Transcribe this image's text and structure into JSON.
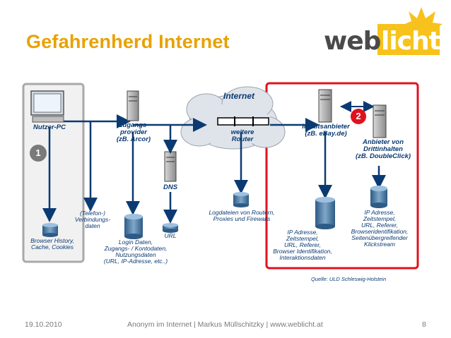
{
  "slide": {
    "title": "Gefahrenherd Internet",
    "logo": {
      "part1": "web",
      "part2": "licht",
      "accent": "#f7c21b",
      "text_color": "#4a4a4a"
    }
  },
  "diagram": {
    "nodes": {
      "nutzer_pc": "Nutzer-PC",
      "zugangsprovider": "Zugangs-\nprovider\n(zB. Arcor)",
      "internet": "Internet",
      "router": "weitere\nRouter",
      "dns": "DNS",
      "inhaltsanbieter": "Inhaltsanbieter\n(zB. eBay.de)",
      "drittinhalte": "Anbieter von\nDrittinhalten\n(zB. DoubleClick)"
    },
    "stores": {
      "browser": "Browser History,\nCache, Cookies",
      "telefon": "(Telefon-)\nVerbindungs-\ndaten",
      "login": "Login Daten,\nZugangs- / Kontodaten,\nNutzungsdaten\n(URL, IP-Adresse, etc..)",
      "url": "URL",
      "logdateien": "Logdateien von Routern,\nProxies und Firewalls",
      "ip_inhalt": "IP Adresse,\nZeitstempel,\nURL, Referer,\nBrowser Identifikation,\nInteraktionsdaten",
      "ip_dritt": "IP Adresse,\nZeitstempel,\nURL, Referer,\nBrowseridentifikation,\nSeitenübergreifender\nKlickstream"
    },
    "badges": {
      "one": "1",
      "two": "2"
    },
    "source": "Quelle: ULD Schleswig-Holstein",
    "colors": {
      "arrow": "#0b3a73",
      "highlight_box": "#e0121e",
      "badge": "#e0121e",
      "grey_box": "#a9a9a9"
    }
  },
  "footer": {
    "date": "19.10.2010",
    "center": "Anonym im Internet  |  Markus Müllschitzky  |  www.weblicht.at",
    "page": "8"
  }
}
